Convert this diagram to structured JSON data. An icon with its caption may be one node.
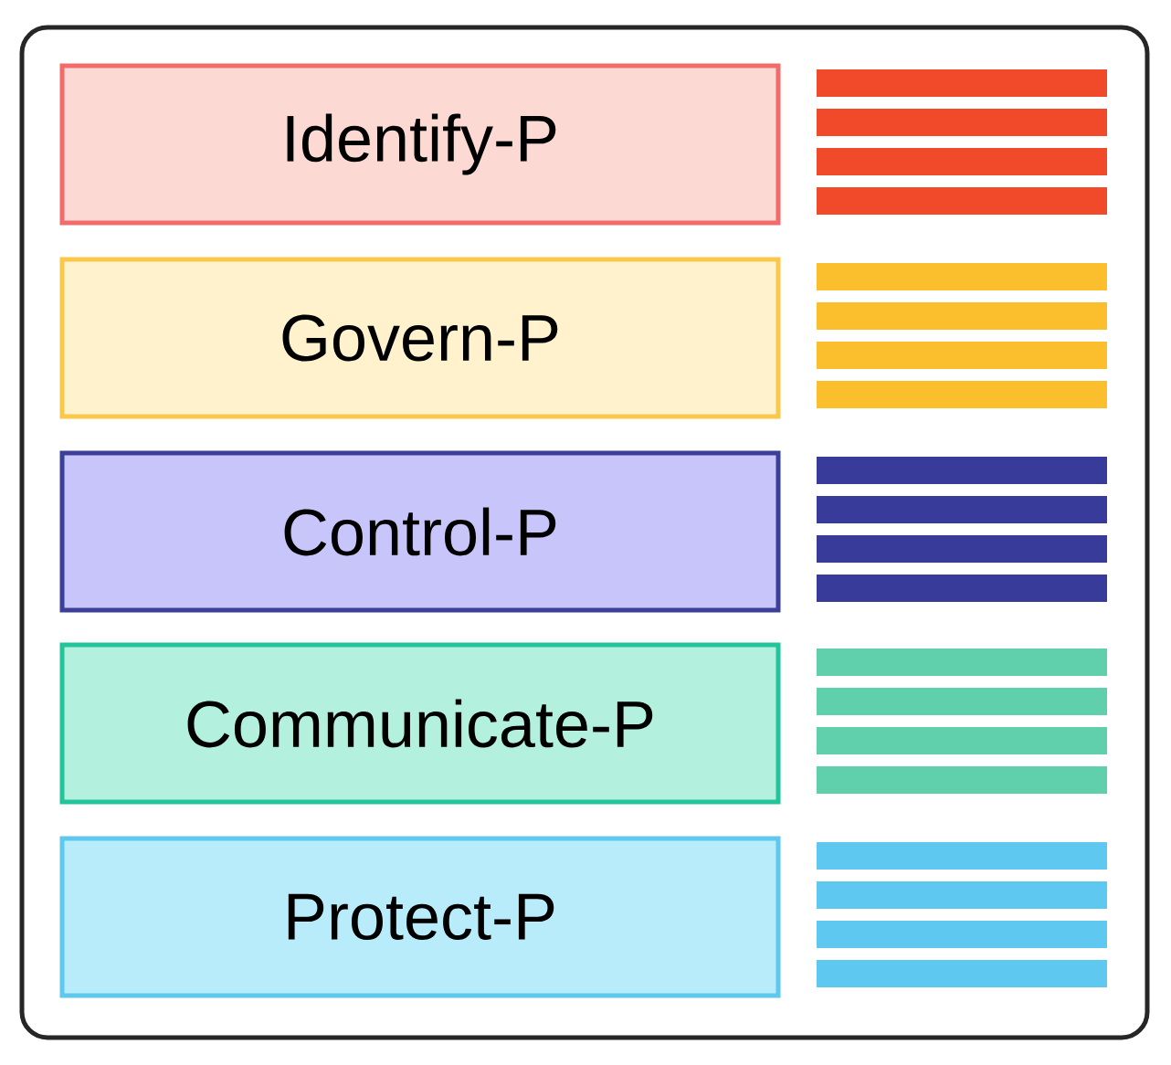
{
  "diagram": {
    "nodes": [
      {
        "text": [
          "Identify-P"
        ]
      },
      {
        "text": [
          "Govern-P"
        ]
      },
      {
        "text": [
          "Control-P"
        ]
      },
      {
        "text": [
          "Communicate-P"
        ]
      },
      {
        "text": [
          "Protect-P"
        ]
      }
    ]
  }
}
